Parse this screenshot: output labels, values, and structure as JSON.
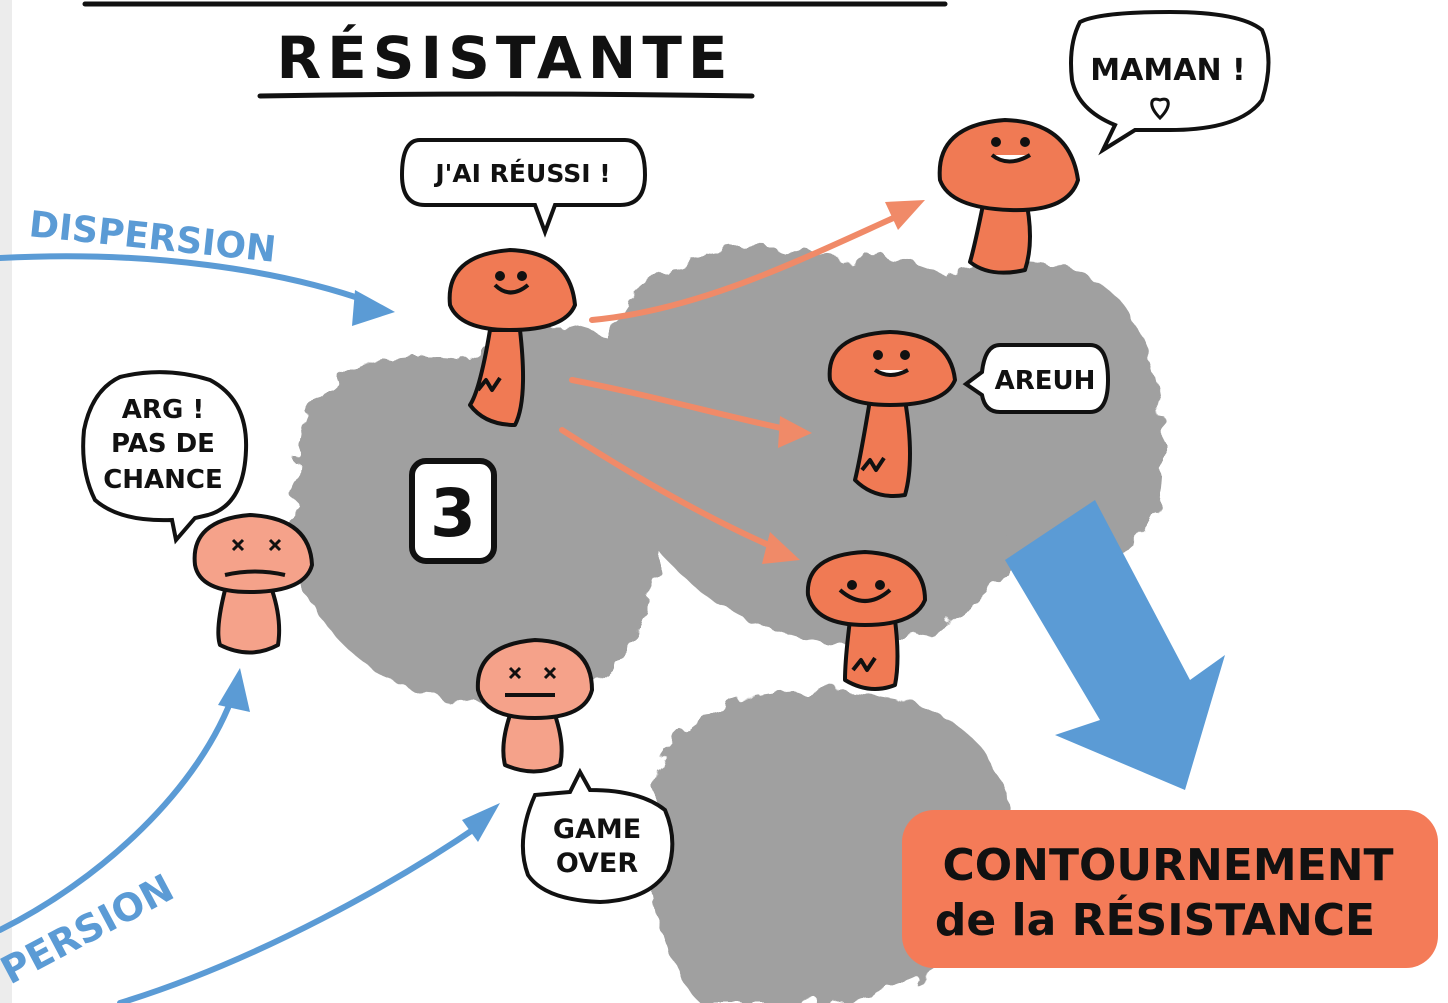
{
  "title": "RÉSISTANTE",
  "step_number": "3",
  "labels": {
    "dispersion_top": "DISPERSION",
    "dispersion_bottom": "PERSION"
  },
  "bubbles": {
    "reussi": "J'AI RÉUSSI !",
    "maman": "MAMAN !",
    "areuh": "AREUH",
    "arg": [
      "ARG !",
      "PAS DE",
      "CHANCE"
    ],
    "game_over": [
      "GAME",
      "OVER"
    ]
  },
  "result_box": {
    "line1": "CONTOURNEMENT",
    "line2": "de la RÉSISTANCE"
  },
  "colors": {
    "mushroom_alive": "#f07a54",
    "mushroom_dead": "#f5a28a",
    "arrow_blue": "#5b9bd5",
    "arrow_orange": "#f08a68",
    "leaf_gray": "#9e9e9e",
    "result_bg": "#f47b58",
    "ink": "#111111"
  },
  "icons": {
    "heart": "heart-icon"
  }
}
